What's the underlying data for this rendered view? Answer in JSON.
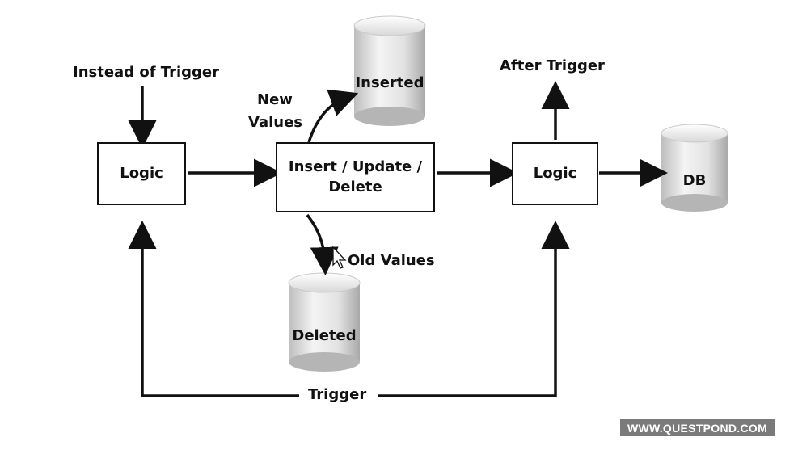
{
  "labels": {
    "instead_of_trigger": "Instead of Trigger",
    "after_trigger": "After Trigger",
    "new_values_line1": "New",
    "new_values_line2": "Values",
    "old_values": "Old Values",
    "trigger": "Trigger"
  },
  "boxes": {
    "logic_left": "Logic",
    "operation_line1": "Insert / Update /",
    "operation_line2": "Delete",
    "logic_right": "Logic"
  },
  "cylinders": {
    "inserted": "Inserted",
    "deleted": "Deleted",
    "db": "DB"
  },
  "watermark": "WWW.QUESTPOND.COM"
}
